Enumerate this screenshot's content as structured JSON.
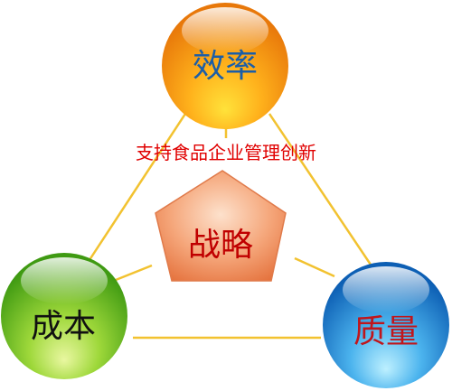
{
  "diagram": {
    "subtitle": "支持食品企业管理创新",
    "center": {
      "label": "战略",
      "color": "#c00000"
    },
    "nodes": [
      {
        "id": "efficiency",
        "label": "效率",
        "color": "#1b5ea8"
      },
      {
        "id": "cost",
        "label": "成本",
        "color": "#111111"
      },
      {
        "id": "quality",
        "label": "质量",
        "color": "#c0161c"
      }
    ],
    "colors": {
      "connector": "#f2c230",
      "subtitle": "#e00000",
      "efficiency_sphere": "#f49a10",
      "cost_sphere": "#5fb82a",
      "quality_sphere": "#1e73c8",
      "pentagon": "#ef8a5a"
    }
  }
}
